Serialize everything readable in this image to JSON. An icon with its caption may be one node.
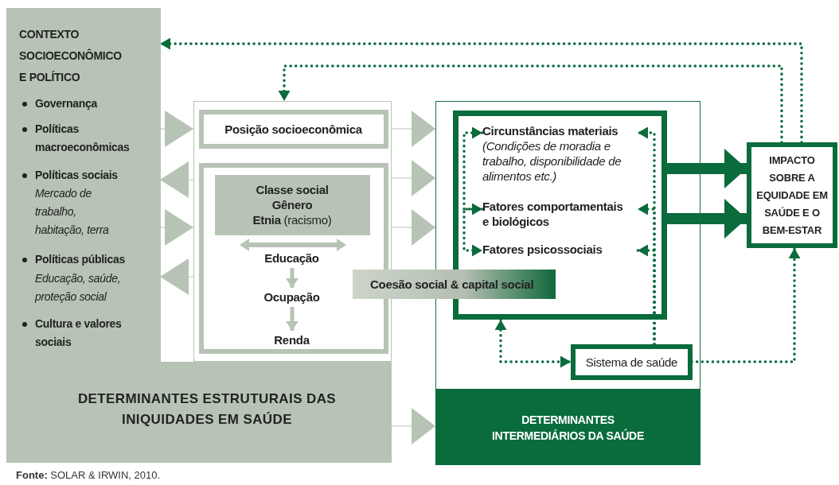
{
  "diagram": {
    "nodes": [
      {
        "text": [
          "CONTEXTO SOCIOECONÔMICO E POLÍTICO",
          "Governança",
          "Políticas macroeconômicas",
          "Políticas sociais",
          "Mercado de trabalho, habitação, terra",
          "Políticas públicas",
          "Educação, saúde, proteção social",
          "Cultura e valores sociais"
        ]
      },
      {
        "text": [
          "DETERMINANTES ESTRUTURAIS DAS INIQUIDADES EM SAÚDE"
        ]
      },
      {
        "text": [],
        "shape": "box"
      },
      {
        "text": [
          "Posição socioeconômica"
        ],
        "in": 2
      },
      {
        "text": [],
        "shape": "box",
        "in": 2
      },
      {
        "text": [
          "Classe social",
          "Gênero",
          "**Etnia** (racismo)"
        ],
        "in": 4
      },
      {
        "text": [
          "Educação"
        ],
        "in": 4
      },
      {
        "text": [
          "Ocupação"
        ],
        "in": 4
      },
      {
        "text": [
          "Renda"
        ],
        "in": 4
      },
      {
        "text": [
          "Coesão social & capital social"
        ]
      },
      {
        "text": [],
        "shape": "box"
      },
      {
        "text": [],
        "shape": "box",
        "in": 10
      },
      {
        "text": [
          "Circunstâncias materiais",
          "(Condições de moradia e trabalho, disponibilidade de alimentos etc.)"
        ],
        "in": 11
      },
      {
        "text": [
          "Fatores comportamentais e biológicos"
        ],
        "in": 11
      },
      {
        "text": [
          "Fatores psicossociais"
        ],
        "in": 11
      },
      {
        "text": [
          "Sistema de saúde"
        ],
        "in": 10
      },
      {
        "text": [
          "DETERMINANTES INTERMEDIÁRIOS DA SAÚDE"
        ]
      },
      {
        "text": [
          "IMPACTO SOBRE A EQUIDADE EM SAÚDE E O BEM-ESTAR"
        ]
      }
    ],
    "edges": [
      {
        "from": 0,
        "to": 2,
        "arrow": "to",
        "color": "#b7c4b5"
      },
      {
        "from": 2,
        "to": 0,
        "arrow": "to",
        "color": "#b7c4b5"
      },
      {
        "from": 0,
        "to": 2,
        "arrow": "to",
        "color": "#b7c4b5"
      },
      {
        "from": 2,
        "to": 0,
        "arrow": "to",
        "color": "#b7c4b5"
      },
      {
        "from": 2,
        "to": 10,
        "arrow": "to",
        "color": "#b7c4b5"
      },
      {
        "from": 2,
        "to": 10,
        "arrow": "to",
        "color": "#b7c4b5"
      },
      {
        "from": 2,
        "to": 10,
        "arrow": "to",
        "color": "#b7c4b5"
      },
      {
        "from": 6,
        "to": 7,
        "arrow": "to",
        "color": "#b7c4b5"
      },
      {
        "from": 7,
        "to": 8,
        "arrow": "to",
        "color": "#b7c4b5"
      },
      {
        "from": 1,
        "to": 16,
        "arrow": "to",
        "color": "#b7c4b5"
      },
      {
        "from": 11,
        "to": 17,
        "arrow": "to",
        "style": "thick",
        "color": "#0a6b3c"
      },
      {
        "from": 11,
        "to": 17,
        "arrow": "to",
        "style": "thick",
        "color": "#0a6b3c"
      },
      {
        "from": 17,
        "to": 0,
        "arrow": "to",
        "style": "dashed",
        "color": "#0a6b3c"
      },
      {
        "from": 17,
        "to": 2,
        "arrow": "to",
        "style": "dashed",
        "color": "#0a6b3c"
      },
      {
        "from": 12,
        "to": 13,
        "arrow": "both",
        "style": "dashed",
        "color": "#0a6b3c"
      },
      {
        "from": 13,
        "to": 14,
        "arrow": "to",
        "style": "dashed",
        "color": "#0a6b3c"
      },
      {
        "from": 15,
        "to": 12,
        "arrow": "to",
        "style": "dashed",
        "color": "#0a6b3c"
      },
      {
        "from": 15,
        "to": 13,
        "arrow": "to",
        "style": "dashed",
        "color": "#0a6b3c"
      },
      {
        "from": 15,
        "to": 14,
        "arrow": "to",
        "style": "dashed",
        "color": "#0a6b3c"
      },
      {
        "from": 11,
        "to": 15,
        "arrow": "both",
        "style": "dashed",
        "color": "#0a6b3c"
      },
      {
        "from": 15,
        "to": 17,
        "arrow": "to",
        "style": "dashed",
        "color": "#0a6b3c"
      }
    ],
    "labels": [
      "**Fonte:** SOLAR & IRWIN, 2010."
    ]
  }
}
